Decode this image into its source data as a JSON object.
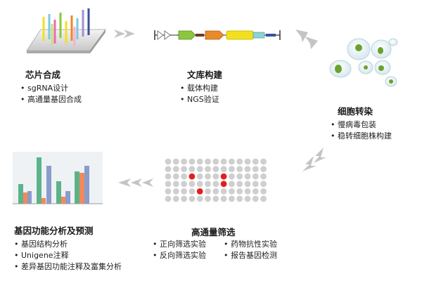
{
  "stages": {
    "chip_synthesis": {
      "title": "芯片合成",
      "items": [
        "sgRNA设计",
        "高通量基因合成"
      ]
    },
    "library_construction": {
      "title": "文库构建",
      "items": [
        "载体构建",
        "NGS验证"
      ]
    },
    "cell_staining": {
      "title": "细胞转染",
      "items": [
        "慢病毒包装",
        "稳转细胞株构建"
      ]
    },
    "high_throughput_screening": {
      "title": "高通量筛选",
      "items_left": [
        "正向筛选实验",
        "反向筛选实验"
      ],
      "items_right": [
        "药物抗性实验",
        "报告基因检测"
      ]
    },
    "gene_function_analysis": {
      "title": "基因功能分析及预测",
      "items": [
        "基因结构分析",
        "Unigene注释",
        "差异基因功能注释及富集分析"
      ]
    }
  },
  "colors": {
    "arrow": "#c4c4c4",
    "plasmid_green": "#8cc63f",
    "plasmid_orange": "#e98a2b",
    "plasmid_yellow": "#f2e01d",
    "plasmid_cyan": "#8ed2d2",
    "plasmid_blue": "#3a4fa0",
    "bar_green": "#5cb38a",
    "bar_orange": "#f08a5d",
    "bar_blue": "#8a9ccc",
    "dot_gray": "#cfcfcf",
    "dot_red": "#e02020",
    "cell_nucleus": "#6aa22c"
  }
}
